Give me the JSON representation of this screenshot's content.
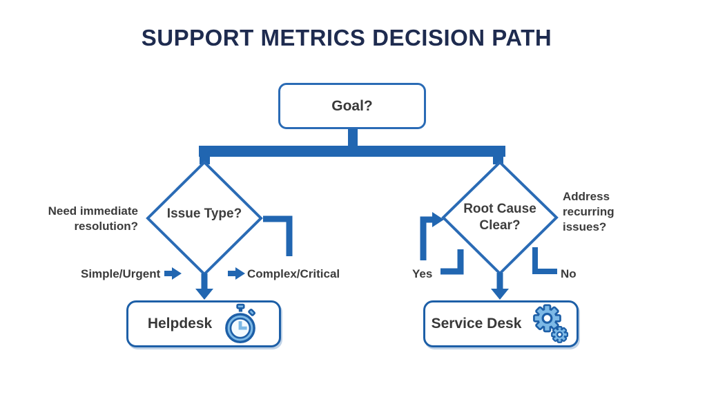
{
  "title": "SUPPORT METRICS DECISION PATH",
  "nodes": {
    "goal": {
      "label": "Goal?"
    },
    "issue_type": {
      "label": "Issue Type?"
    },
    "root_cause": {
      "label": "Root Cause Clear?"
    },
    "helpdesk": {
      "label": "Helpdesk",
      "icon": "stopwatch-icon"
    },
    "service_desk": {
      "label": "Service Desk",
      "icon": "gears-icon"
    }
  },
  "annotations": {
    "left_question": "Need immediate resolution?",
    "right_question": "Address recurring issues?",
    "simple_urgent": "Simple/Urgent",
    "complex_critical": "Complex/Critical",
    "yes": "Yes",
    "no": "No"
  },
  "colors": {
    "connector_blue": "#2166b1",
    "box_border_blue": "#1d5fa7",
    "diamond_border_blue": "#2a6bb5",
    "title_navy": "#1e2b4f",
    "text_dark": "#3b3b3b",
    "icon_fill_light_blue": "#7db9e6",
    "icon_stroke_blue": "#1d5fa7",
    "background": "#ffffff"
  }
}
